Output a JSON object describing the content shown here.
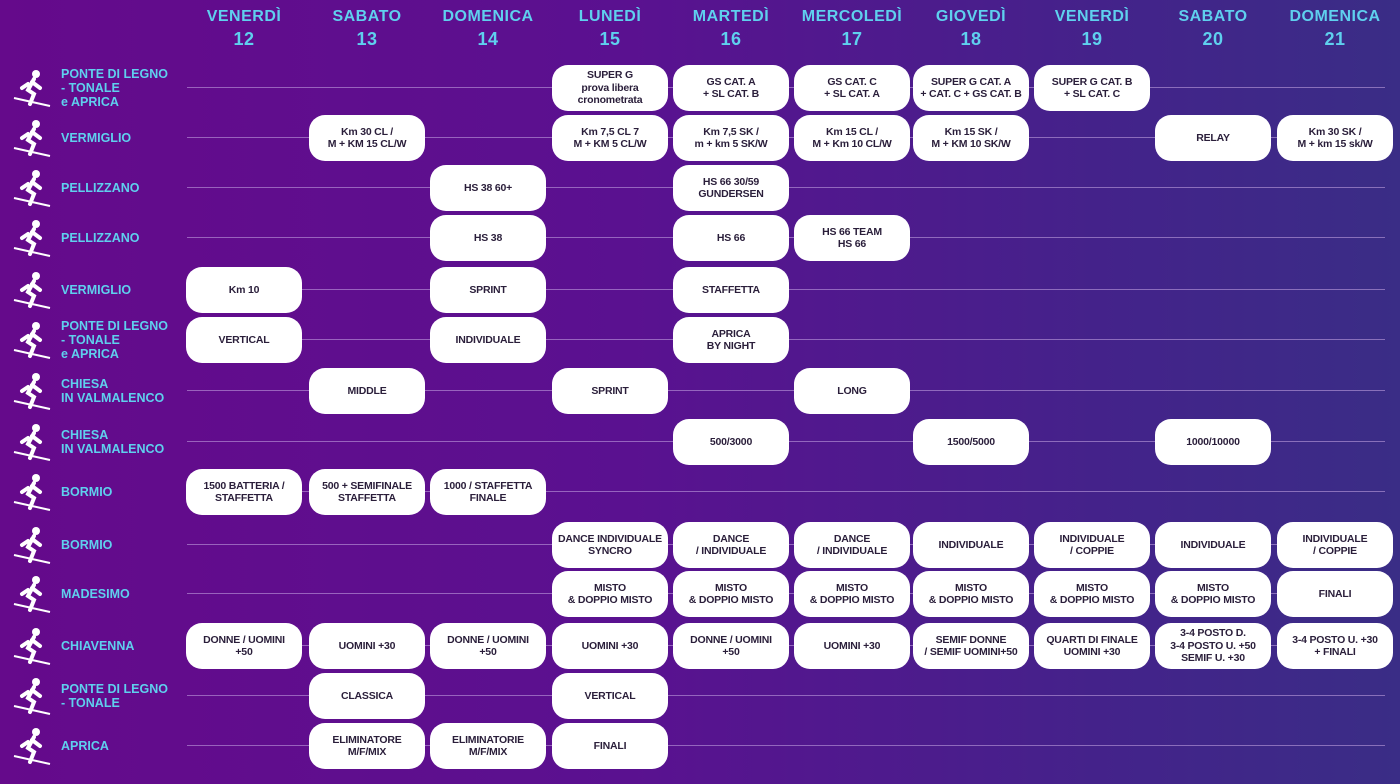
{
  "days": [
    {
      "name": "VENERDÌ",
      "num": "12"
    },
    {
      "name": "SABATO",
      "num": "13"
    },
    {
      "name": "DOMENICA",
      "num": "14"
    },
    {
      "name": "LUNEDÌ",
      "num": "15"
    },
    {
      "name": "MARTEDÌ",
      "num": "16"
    },
    {
      "name": "MERCOLEDÌ",
      "num": "17"
    },
    {
      "name": "GIOVEDÌ",
      "num": "18"
    },
    {
      "name": "VENERDÌ",
      "num": "19"
    },
    {
      "name": "SABATO",
      "num": "20"
    },
    {
      "name": "DOMENICA",
      "num": "21"
    }
  ],
  "rows": [
    {
      "icon": "alpine-skiing-icon",
      "venue": "PONTE DI LEGNO\n- TONALE\ne APRICA",
      "cells": [
        null,
        null,
        null,
        "SUPER G\nprova libera\ncronometrata",
        "GS CAT. A\n+ SL CAT. B",
        "GS CAT. C\n+ SL CAT. A",
        "SUPER G CAT. A\n+ CAT. C + GS CAT. B",
        "SUPER G CAT. B\n+ SL CAT. C",
        null,
        null
      ]
    },
    {
      "icon": "cross-country-skiing-icon",
      "venue": "VERMIGLIO",
      "cells": [
        null,
        "Km 30 CL /\nM + KM 15 CL/W",
        null,
        "Km 7,5 CL 7\nM + KM 5 CL/W",
        "Km 7,5 SK /\nm + km 5 SK/W",
        "Km 15 CL /\nM + Km 10 CL/W",
        "Km 15 SK /\nM + KM 10 SK/W",
        null,
        "RELAY",
        "Km 30 SK /\nM + km 15 sk/W"
      ]
    },
    {
      "icon": "nordic-combined-icon",
      "venue": "PELLIZZANO",
      "cells": [
        null,
        null,
        "HS 38 60+",
        null,
        "HS 66 30/59\nGUNDERSEN",
        null,
        null,
        null,
        null,
        null
      ]
    },
    {
      "icon": "ski-jumping-icon",
      "venue": "PELLIZZANO",
      "cells": [
        null,
        null,
        "HS 38",
        null,
        "HS 66",
        "HS 66 TEAM\nHS 66",
        null,
        null,
        null,
        null
      ]
    },
    {
      "icon": "biathlon-icon",
      "venue": "VERMIGLIO",
      "cells": [
        "Km 10",
        null,
        "SPRINT",
        null,
        "STAFFETTA",
        null,
        null,
        null,
        null,
        null
      ]
    },
    {
      "icon": "ski-mountaineering-icon",
      "venue": "PONTE DI LEGNO\n- TONALE\ne APRICA",
      "cells": [
        "VERTICAL",
        null,
        "INDIVIDUALE",
        null,
        "APRICA\nBY NIGHT",
        null,
        null,
        null,
        null,
        null
      ]
    },
    {
      "icon": "ski-orienteering-icon",
      "venue": "CHIESA\nIN VALMALENCO",
      "cells": [
        null,
        "MIDDLE",
        null,
        "SPRINT",
        null,
        "LONG",
        null,
        null,
        null,
        null
      ]
    },
    {
      "icon": "speed-skating-icon",
      "venue": "CHIESA\nIN VALMALENCO",
      "cells": [
        null,
        null,
        null,
        null,
        "500/3000",
        null,
        "1500/5000",
        null,
        "1000/10000",
        null
      ]
    },
    {
      "icon": "short-track-icon",
      "venue": "BORMIO",
      "cells": [
        "1500 BATTERIA /\nSTAFFETTA",
        "500 + SEMIFINALE\nSTAFFETTA",
        "1000 / STAFFETTA\nFINALE",
        null,
        null,
        null,
        null,
        null,
        null,
        null
      ]
    },
    {
      "icon": "figure-skating-icon",
      "venue": "BORMIO",
      "cells": [
        null,
        null,
        null,
        "DANCE INDIVIDUALE\nSYNCRO",
        "DANCE\n/ INDIVIDUALE",
        "DANCE\n/ INDIVIDUALE",
        "INDIVIDUALE",
        "INDIVIDUALE\n/ COPPIE",
        "INDIVIDUALE",
        "INDIVIDUALE\n/ COPPIE"
      ]
    },
    {
      "icon": "curling-icon",
      "venue": "MADESIMO",
      "cells": [
        null,
        null,
        null,
        "MISTO\n& DOPPIO MISTO",
        "MISTO\n& DOPPIO MISTO",
        "MISTO\n& DOPPIO MISTO",
        "MISTO\n& DOPPIO MISTO",
        "MISTO\n& DOPPIO MISTO",
        "MISTO\n& DOPPIO MISTO",
        "FINALI"
      ]
    },
    {
      "icon": "ice-hockey-icon",
      "venue": "CHIAVENNA",
      "cells": [
        "DONNE / UOMINI\n+50",
        "UOMINI +30",
        "DONNE / UOMINI\n+50",
        "UOMINI +30",
        "DONNE / UOMINI\n+50",
        "UOMINI +30",
        "SEMIF DONNE\n/ SEMIF UOMINI+50",
        "QUARTI DI FINALE\nUOMINI +30",
        "3-4 POSTO D.\n3-4 POSTO U. +50\nSEMIF U. +30",
        "3-4 POSTO U. +30\n+ FINALI"
      ]
    },
    {
      "icon": "running-icon",
      "venue": "PONTE DI LEGNO\n- TONALE",
      "cells": [
        null,
        "CLASSICA",
        null,
        "VERTICAL",
        null,
        null,
        null,
        null,
        null,
        null
      ]
    },
    {
      "icon": "ski-cross-icon",
      "venue": "APRICA",
      "cells": [
        null,
        "ELIMINATORE\nM/F/MIX",
        "ELIMINATORIE\nM/F/MIX",
        "FINALI",
        null,
        null,
        null,
        null,
        null,
        null
      ]
    }
  ]
}
